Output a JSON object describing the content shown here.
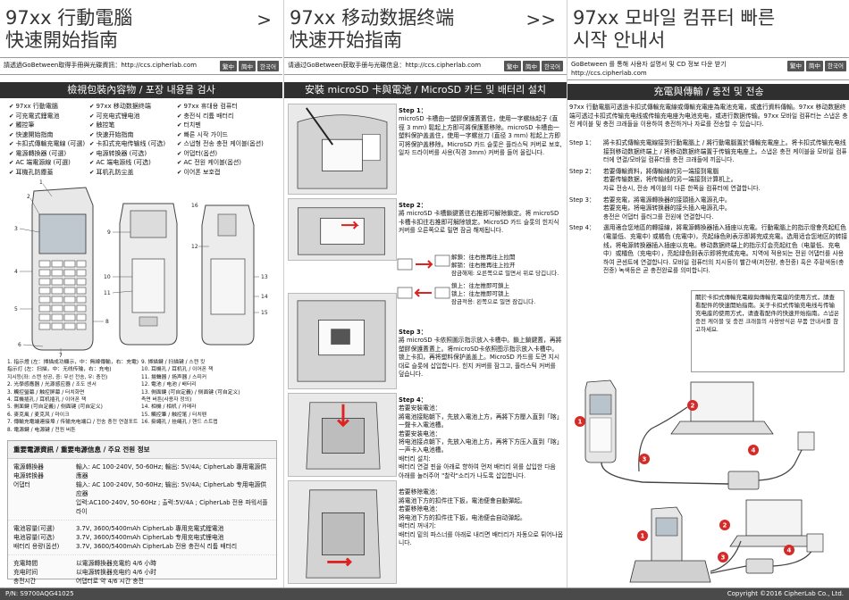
{
  "panel1": {
    "title_line1": "97xx 行動電腦",
    "title_line2": "快速開始指南",
    "arrow": ">",
    "info_text": "請透過GoBetween取得手冊與光碟資訊：http://ccs.cipherlab.com",
    "section_title": "檢視包裝內容物 / 포장 내용물 검사",
    "pkg_items": [
      "97xx 行動電腦",
      "97xx 移动数据终端",
      "97xx 휴대용 컴퓨터",
      "可充電式鋰電池",
      "可充电式锂电池",
      "충전식 리튬 배터리",
      "觸控筆",
      "触控笔",
      "터치펜",
      "快速開始指南",
      "快速开始指南",
      "빠른 시작 가이드",
      "卡扣式傳輸充電線 (可選)",
      "卡扣式充电传输线 (可选)",
      "스냅형 전송 충전 케이블(옵션)",
      "電源轉換器 (可選)",
      "电源转换器 (可选)",
      "어댑터(옵션)",
      "AC 端電源線 (可選)",
      "AC 端电源线 (可选)",
      "AC 전원 케이블(옵션)",
      "耳機孔防塵蓋",
      "耳机孔防尘盖",
      "이어폰 보호캡"
    ],
    "legend_left": [
      "1. 指示燈 (左：掃描成功顯示，中：無線傳輸，右：充電)",
      "   指示灯 (左：扫描，中：无线传输，右：充电)",
      "   지시등(좌: 스캔 성공, 중: 무선 전송, 우: 충전)",
      "2. 光學感應器 / 光源感应器 / 조도 센서",
      "3. 觸控螢幕 / 触控屏幕 / 터치화면",
      "4. 耳機插孔 / 耳机插孔 / 이어폰 잭",
      "5. 側面鍵 (可自定義) / 侧面键 (可自定义)",
      "6. 麥克風 / 麦克风 / 마이크",
      "7. 傳輸充電端連接埠 / 传输充电端口 / 전송 충전 연결포트",
      "8. 電源鍵 / 电源键 / 전원 버튼"
    ],
    "legend_right": [
      "9. 掃描鍵 / 扫描键 / 스캔 킷",
      "10. 耳機孔 / 耳机孔 / 이어폰 잭",
      "11. 揚聲器 / 扬声器 / 스피커",
      "12. 電池 / 电池 / 배터리",
      "13. 側面鍵 (可自定義) / 侧面键 (可自定义)",
      "    측면 버튼(사용자 정의)",
      "14. 相機 / 相机 / 카메라",
      "15. 觸控筆 / 触控笔 / 터치펜",
      "16. 掛繩孔 / 挂绳孔 / 핸드 스트랩"
    ],
    "power_title": "重要電源資訊 / 重要电源信息 / 주요 전원 정보",
    "power_rows": [
      {
        "label": "電源轉換器\n电源转换器\n어댑터",
        "value": "輸入: AC 100-240V, 50-60Hz; 輸出: 5V/4A; CipherLab 專用電源供應器\n输入: AC 100-240V, 50-60Hz; 输出: 5V/4A; CipherLab 专用电源供应器\n입력:AC100-240V, 50-60Hz ; 출력:5V/4A ; CipherLab 전용 파워서플라이"
      },
      {
        "label": "電池容量(可選)\n电池容量(可选)\n배터리 용량(옵션)",
        "value": "3.7V, 3600/5400mAh CipherLab 專用充電式鋰電池\n3.7V, 3600/5400mAh CipherLab 专用充电式锂电池\n3.7V, 3600/5400mAh CipherLab 전용 충전식 리튬 배터리"
      },
      {
        "label": "充電時間\n充电时间\n충전시간",
        "value": "以電源轉換器充電約 4/6 小時\n以电源转换器充电约 4/6 小时\n어댑터로 약 4/6 시간 충전"
      }
    ],
    "footer_left": "P/N: S9700AQG41025"
  },
  "panel2": {
    "title_line1": "97xx 移动数据终端",
    "title_line2": "快速开始指南",
    "arrow": ">>",
    "info_text": "请通过GoBetween获取手册与光碟信息：http://ccs.cipherlab.com",
    "section_title": "安裝 microSD 卡與電池 / MicroSD 카드 및 배터리 설치",
    "step1": {
      "title": "Step 1：",
      "text": "microSD 卡槽由一塑膠保護蓋蓋住，使用一字螺絲起子 (直徑 3 mm) 鬆起上方即可將保護蓋移除。microSD 卡槽由一塑料保护盖盖住，使用一字螺丝刀 (直径 3 mm) 松起上方即可将保护盖移除。MicroSD 카드 슬롯은 플라스틱 커버로 보호, 일자 드라이버를 사용(직경 3mm) 커버를 들어 올립니다."
    },
    "step2": {
      "title": "Step 2：",
      "text": "將 microSD 卡槽鎖鍵蓋往右推即可解除鎖定。将 microSD 卡槽卡扣往右推即可解除锁定。MicroSD 카드 슬롯의 힌지식 커버를 오른쪽으로 밀면 잠금 해제됩니다."
    },
    "unlock_note": "解鎖：往右推再往上拉開\n解锁：往右推再往上拉开\n잠금해제: 오른쪽으로 밀면서 위로 당깁니다.",
    "lock_note": "鎖上：往左推即可鎖上\n锁上：往左推即可锁上\n잠금적용: 왼쪽으로 밀면 잠깁니다.",
    "step3": {
      "title": "Step 3：",
      "text": "將 microSD 卡依照圖示指示放入卡槽中。鎖上鎖鍵蓋，再將塑膠保護蓋蓋上。将microSD卡依照图示指示放入卡槽中。锁上卡扣，再将塑料保护盖盖上。MicroSD 카드를 도면 지시대로 슬롯에 삽입합니다. 힌지 커버를 잠그고, 플라스틱 커버를 덮습니다."
    },
    "step4": {
      "title": "Step 4：",
      "text": "若要安裝電池：\n將電池接點朝下，先放入電池上方，再將下方壓入直到「喀」一聲卡入電池槽。\n若要安装电池：\n将电池接点朝下，先放入电池上方，再将下方压入直到「喀」一声卡入电池槽。\n배터리 설치:\n배터리 연결 핀을 아래로 향하여 먼저 배터리 위를 삽입한 다음 아래를 눌러주어 \"찰칵\"소리가 나도록 삽입합니다.\n\n若要移除電池：\n將電池下方的扣件往下扳，電池便會自動彈起。\n若要移除电池：\n将电池下方的扣件往下扳，电池便会自动弹起。\n배터리 꺼내기:\n배터리 밑의 파스너를 아래로 내리면 배터리가 자동으로 튀어나옵니다."
    }
  },
  "panel3": {
    "title_line1": "97xx 모바일 컴퓨터 빠른",
    "title_line2": "시작 안내서",
    "info_text": "GoBetween 를 통해 사용자 설명서 및 CD 정보 다운 받기\nhttp://ccs.cipherlab.com",
    "section_title": "充電與傳輸 / 충전 및 전송",
    "intro": "97xx 行動電腦可透過卡扣式傳輸充電線或傳輸充電座為電池充電，或進行資料傳輸。97xx 移动数据终端可透过卡扣式传输充电线或传输充电座为电池充电，或进行数据传输。97xx 모바일 컴퓨터는 스냅온 충전 케이블 및 충전 크래들을 이용하여 충전하거나 자료를 전송할 수 있습니다.",
    "steps": [
      {
        "label": "Step 1：",
        "text": "將卡扣式傳輸充電線接到行動電腦上 / 將行動電腦置於傳輸充電座上。将卡扣式传输充电线接到移动数据终端上 / 将移动数据终端置于传输充电座上。스냅온 충전 케이블을 모바일 컴퓨터에 연결/모바일 컴퓨터를 충전 크래들에 끼웁니다."
      },
      {
        "label": "Step 2：",
        "text": "若要傳輸資料，將傳輸線的另一端接到電腦\n若要传输数据，将传输线的另一端接到计算机上。\n자료 전송시, 전송 케이블의 다른 한쪽을 컴퓨터에 연결합니다."
      },
      {
        "label": "Step 3：",
        "text": "若要充電，將電源轉換器的接頭插入電源孔中。\n若要充电，将电源转换器的接头插入电源孔中。\n충전은 어댑터 플러그를 전원에 연결합니다."
      },
      {
        "label": "Step 4：",
        "text": "選用適合您地區的轉接線，將電源轉換器插入插座以充電。行動電腦上的指示燈會亮起紅色 (電量低、充電中) 或橘色 (充電中)，亮起綠色則表示即將完成充電。选用适合您地区的转接线，将电源转换器插入插座以充电。移动数据终端上的指示灯会亮起红色（电量低、充电中）或橘色（充电中），亮起绿色则表示即将完成充电。지역에 적용되는 전원 어댑터를 사용하여 콘센트에 연결합니다. 모바일 컴퓨터의 지시등이 빨간색(저전량, 충전중) 혹은 주황색등(충전중) 녹색등은 곧 충전완료를 의미합니다."
      }
    ],
    "warning": "關於卡扣式傳輸充電線與傳輸充電座的使用方式，請查看配件的快速開始指南。关于卡扣式传输充电线与传输充电座的使用方式，请查看配件的快速开始指南。스냅온 충전 케이블 및 충전 크래들의 사용방식은 부품 안내서를 참고하세요.",
    "footer_right": "Copyright ©2016 CipherLab Co., Ltd."
  },
  "lang_badges": [
    "繁中",
    "简中",
    "한국어"
  ],
  "callouts": [
    "1",
    "2",
    "3",
    "4"
  ]
}
